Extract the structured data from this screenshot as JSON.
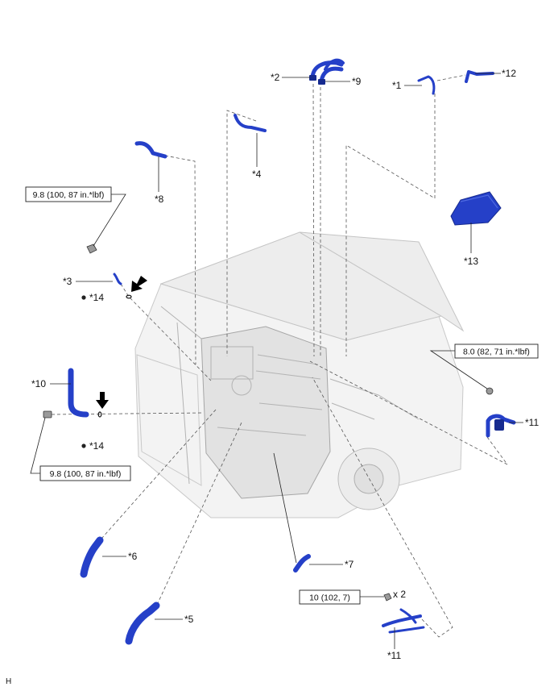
{
  "callouts": {
    "c1": "*1",
    "c2": "*2",
    "c3": "*3",
    "c4": "*4",
    "c5": "*5",
    "c6": "*6",
    "c7": "*7",
    "c8": "*8",
    "c9": "*9",
    "c10": "*10",
    "c11a": "*11",
    "c11b": "*11",
    "c12": "*12",
    "c13": "*13",
    "c14a": "*14",
    "c14b": "*14"
  },
  "torque": {
    "t1": "9.8 (100, 87 in.*lbf)",
    "t2": "9.8 (100, 87 in.*lbf)",
    "t3": "8.0 (82, 71 in.*lbf)",
    "t4": "10 (102, 7)"
  },
  "quantity": "x 2",
  "corner_mark": "H",
  "icons": [
    "arrow-down-icon",
    "o-ring-icon",
    "bolt-icon",
    "dot-icon"
  ],
  "colors": {
    "part": "#2540c8",
    "part_dark": "#162a8f"
  }
}
